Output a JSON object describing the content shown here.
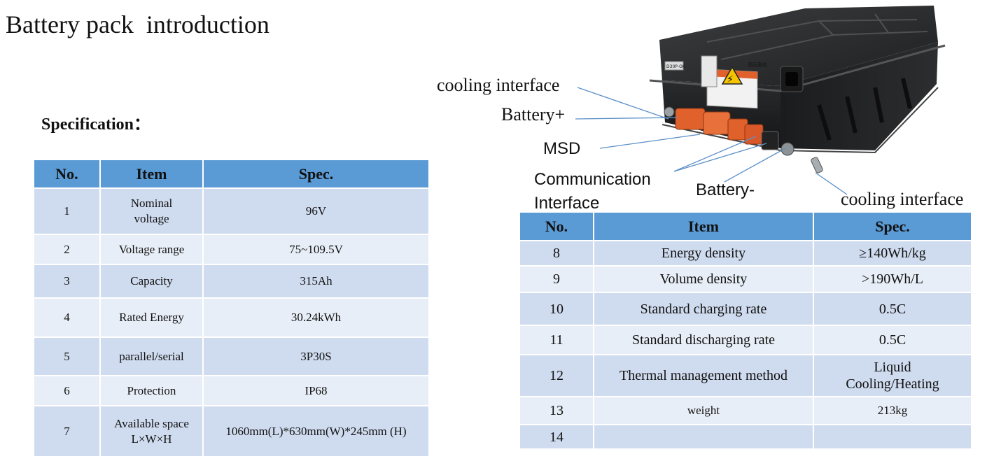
{
  "page": {
    "title": "Battery pack  introduction",
    "spec_heading": "Specification："
  },
  "left_table": {
    "headers": [
      "No.",
      "Item",
      "Spec."
    ],
    "rows": [
      [
        "1",
        "Nominal voltage",
        "96V"
      ],
      [
        "2",
        "Voltage range",
        "75~109.5V"
      ],
      [
        "3",
        "Capacity",
        "315Ah"
      ],
      [
        "4",
        "Rated Energy",
        "30.24kWh"
      ],
      [
        "5",
        "parallel/serial",
        "3P30S"
      ],
      [
        "6",
        "Protection",
        "IP68"
      ],
      [
        "7",
        "Available space L×W×H",
        "1060mm(L)*630mm(W)*245mm (H)"
      ]
    ]
  },
  "right_table": {
    "headers": [
      "No.",
      "Item",
      "Spec."
    ],
    "rows": [
      [
        "8",
        "Energy density",
        "≥140Wh/kg"
      ],
      [
        "9",
        "Volume density",
        ">190Wh/L"
      ],
      [
        "10",
        "Standard charging rate",
        "0.5C"
      ],
      [
        "11",
        "Standard discharging rate",
        "0.5C"
      ],
      [
        "12",
        "Thermal management method",
        "Liquid Cooling/Heating"
      ],
      [
        "13",
        "weight",
        "213kg"
      ],
      [
        "14",
        "",
        ""
      ]
    ]
  },
  "callouts": {
    "cooling_interface_top": "cooling interface",
    "battery_plus": "Battery+",
    "msd": "MSD",
    "communication_interface": "Communication Interface",
    "battery_minus": "Battery-",
    "cooling_interface_bottom": "cooling interface"
  },
  "battery_label": {
    "warning_text": "高压危险",
    "model_text": "D30P-OK"
  },
  "colors": {
    "header_blue": "#5b9bd5",
    "row_dark": "#cfdbee",
    "row_light": "#e8eef7",
    "connector_orange": "#e0612b"
  }
}
